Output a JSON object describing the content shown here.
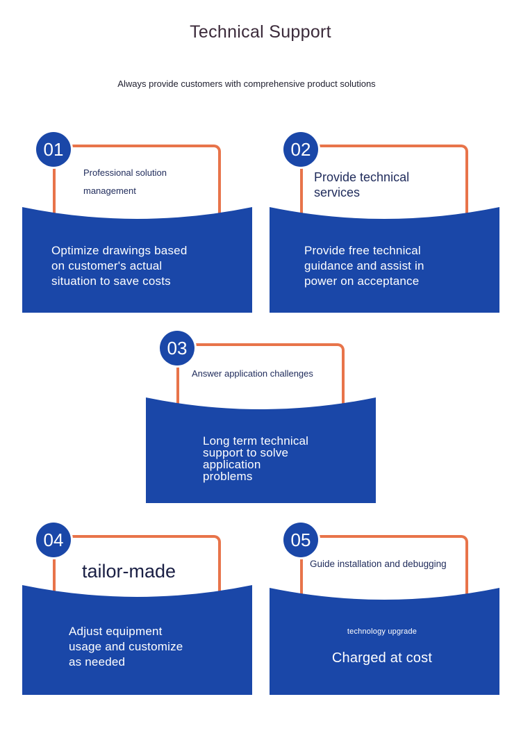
{
  "header": {
    "title": "Technical Support",
    "subtitle": "Always provide customers with comprehensive product solutions"
  },
  "colors": {
    "primary_blue": "#1a47a8",
    "accent_orange": "#e8744a"
  },
  "cards": [
    {
      "number": "01",
      "paper_lines": [
        "Professional solution",
        "management"
      ],
      "envelope_lines": [
        "Optimize drawings based",
        "on customer's actual",
        "situation to save costs"
      ]
    },
    {
      "number": "02",
      "paper_lines": [
        "Provide technical",
        "services"
      ],
      "envelope_lines": [
        "Provide free technical",
        "guidance and assist in",
        "power on acceptance"
      ]
    },
    {
      "number": "03",
      "paper_lines": [
        "Answer application challenges"
      ],
      "envelope_lines": [
        "Long term technical",
        "support to solve",
        "application",
        "problems"
      ]
    },
    {
      "number": "04",
      "paper_lines": [
        "tailor-made"
      ],
      "envelope_lines": [
        "Adjust equipment",
        "usage and customize",
        "as needed"
      ]
    },
    {
      "number": "05",
      "paper_lines": [
        "Guide installation and debugging"
      ],
      "envelope_small": "technology upgrade",
      "envelope_lines": [
        "Charged at cost"
      ]
    }
  ]
}
